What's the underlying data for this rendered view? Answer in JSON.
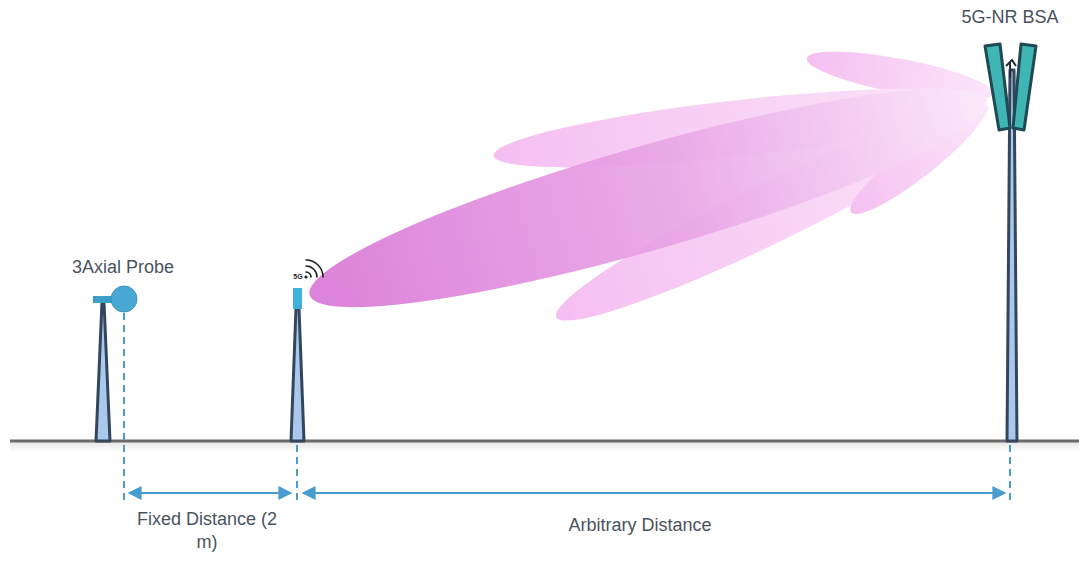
{
  "diagram": {
    "labels": [
      "5G-NR BSA",
      "3Axial Probe",
      "5G",
      "Fixed Distance (2 m)",
      "Arbitrary Distance"
    ]
  }
}
